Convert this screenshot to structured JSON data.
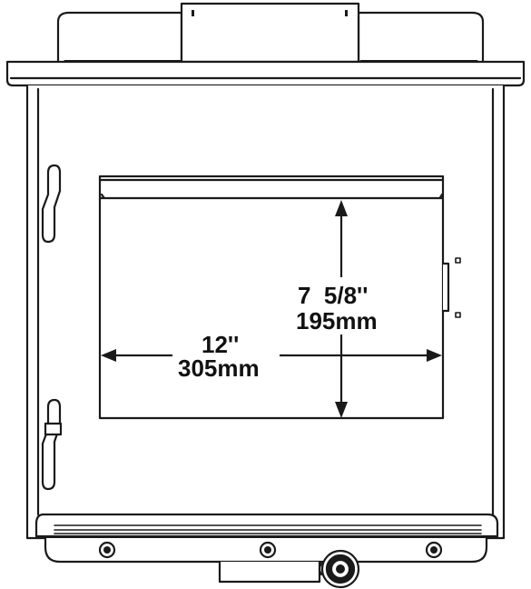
{
  "dimensions": {
    "width": {
      "imperial": "12''",
      "metric": "305mm"
    },
    "height": {
      "imperial": "7  5/8''",
      "metric": "195mm"
    }
  },
  "colors": {
    "line": "#1a1a1a",
    "fill": "#ffffff"
  }
}
